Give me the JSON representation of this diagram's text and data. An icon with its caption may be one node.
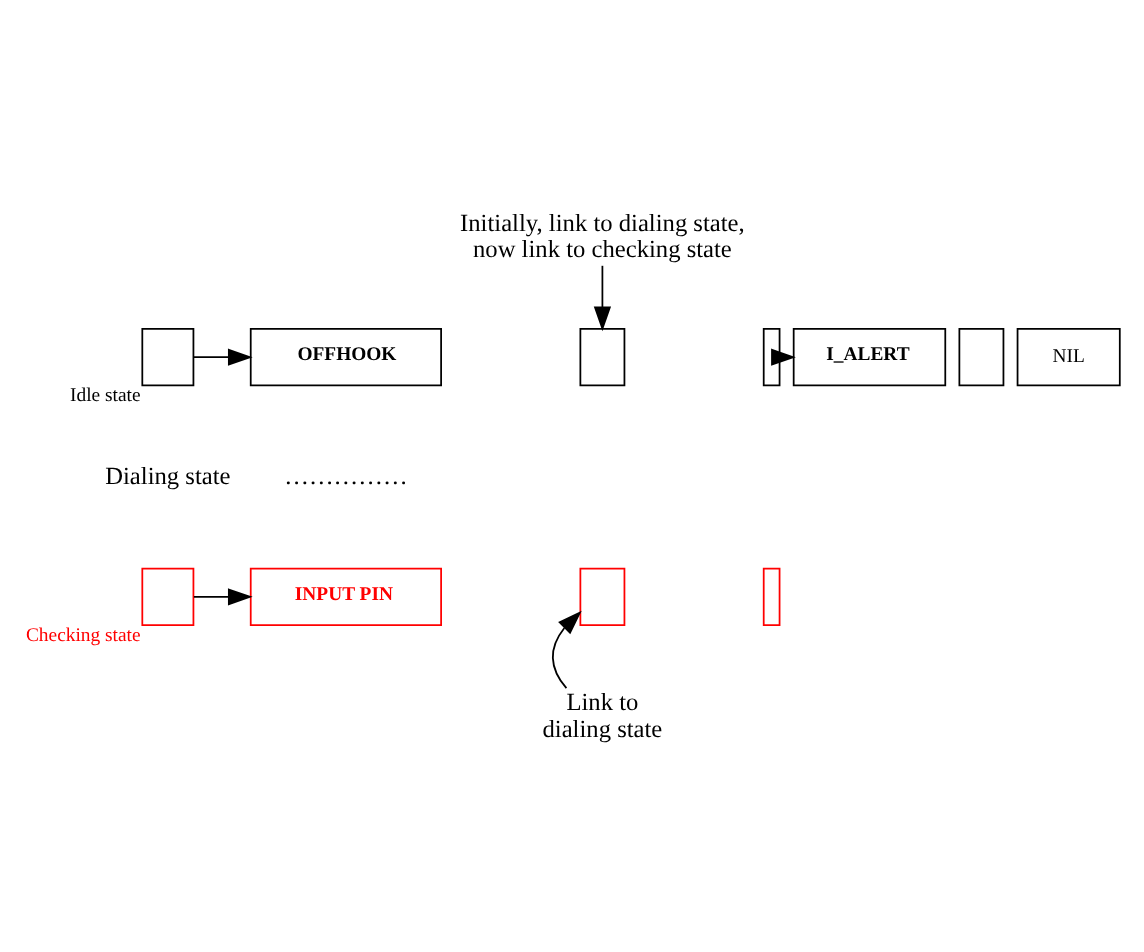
{
  "diagram": {
    "nodes": [
      {
        "text": [],
        "shape": "box",
        "beside": [
          "Idle state"
        ]
      },
      {
        "text": [
          "OFFHOOK"
        ]
      },
      {
        "text": [],
        "shape": "box"
      },
      {
        "text": [],
        "shape": "box"
      },
      {
        "text": [
          "I_ALERT"
        ]
      },
      {
        "text": [],
        "shape": "box"
      },
      {
        "text": [
          "NIL"
        ]
      },
      {
        "text": [],
        "shape": "box",
        "beside": [
          "Checking state"
        ]
      },
      {
        "text": [
          "INPUT PIN"
        ]
      },
      {
        "text": [],
        "shape": "box"
      },
      {
        "text": [],
        "shape": "box"
      },
      {
        "text": [
          "Initially, link to dialing state, now link to checking state"
        ]
      },
      {
        "text": [
          "Link to dialing state"
        ]
      }
    ],
    "edges": [
      {
        "from": 0,
        "to": 1,
        "arrow": "to"
      },
      {
        "from": 3,
        "to": 4,
        "arrow": "to"
      },
      {
        "from": 11,
        "to": 2,
        "arrow": "to"
      },
      {
        "from": 7,
        "to": 8,
        "arrow": "to"
      },
      {
        "from": 12,
        "to": 9,
        "arrow": "to"
      }
    ],
    "labels": [
      "Dialing state",
      "……………"
    ]
  }
}
